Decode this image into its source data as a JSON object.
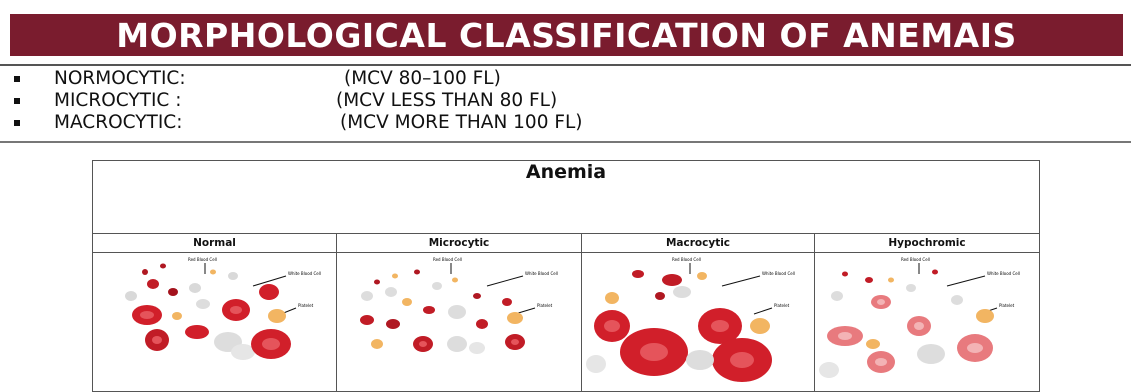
{
  "header": {
    "title": "MORPHOLOGICAL CLASSIFICATION OF ANEMAIS"
  },
  "classifications": [
    {
      "term": "NORMOCYTIC:",
      "definition": "(MCV 80–100 FL)"
    },
    {
      "term": "MICROCYTIC :",
      "definition": "(MCV LESS THAN 80 FL)"
    },
    {
      "term": "MACROCYTIC:",
      "definition": "(MCV MORE THAN 100 FL)"
    }
  ],
  "figure": {
    "title": "Anemia",
    "panels": [
      {
        "label": "Normal"
      },
      {
        "label": "Microcytic"
      },
      {
        "label": "Macrocytic"
      },
      {
        "label": "Hypochromic"
      }
    ],
    "annotations": {
      "red_blood_cell": "Red Blood Cell",
      "white_blood_cell": "White Blood Cell",
      "platelet": "Platelet"
    }
  },
  "colors": {
    "title_bar": "#7a1c2e",
    "rbc_normal": "#d11f2a",
    "rbc_pale": "#e87a7e",
    "platelet": "#f2b562",
    "wbc": "#dddddd"
  }
}
